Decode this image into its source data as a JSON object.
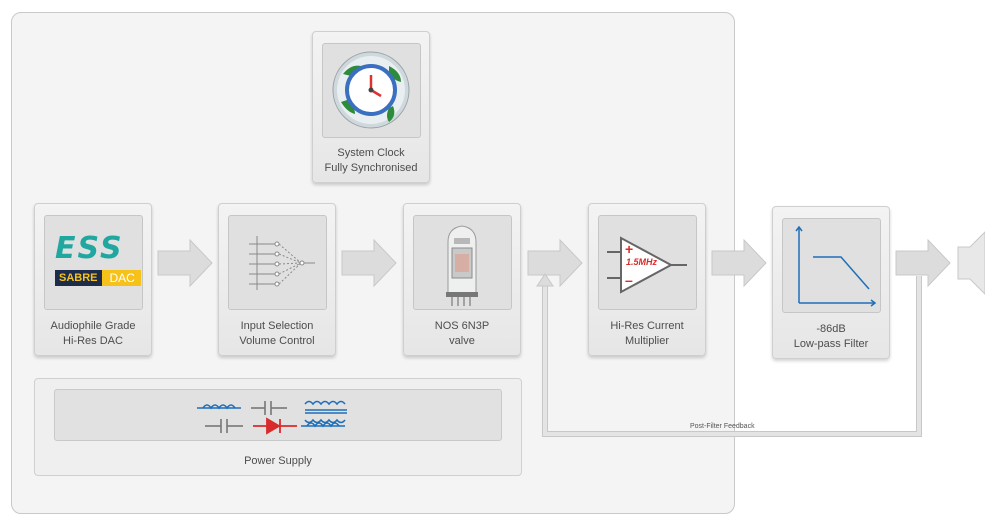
{
  "blocks": {
    "clock": {
      "line1": "System Clock",
      "line2": "Fully Synchronised"
    },
    "dac": {
      "line1": "Audiophile Grade",
      "line2": "Hi-Res DAC",
      "logo_top": "ESS",
      "logo_left": "SABRE",
      "logo_right": "DAC"
    },
    "input": {
      "line1": "Input Selection",
      "line2": "Volume Control"
    },
    "valve": {
      "line1": "NOS 6N3P",
      "line2": "valve"
    },
    "current": {
      "line1": "Hi-Res Current",
      "line2": "Multiplier",
      "freq": "1.5MHz",
      "plus": "+",
      "minus": "–"
    },
    "filter": {
      "line1": "-86dB",
      "line2": "Low-pass Filter"
    }
  },
  "power_supply": {
    "label": "Power Supply"
  },
  "feedback": {
    "label": "Post-Filter Feedback"
  },
  "colors": {
    "accent_blue": "#1f6fb8",
    "accent_red": "#d92b2b",
    "arrow": "#dcdcdc"
  }
}
